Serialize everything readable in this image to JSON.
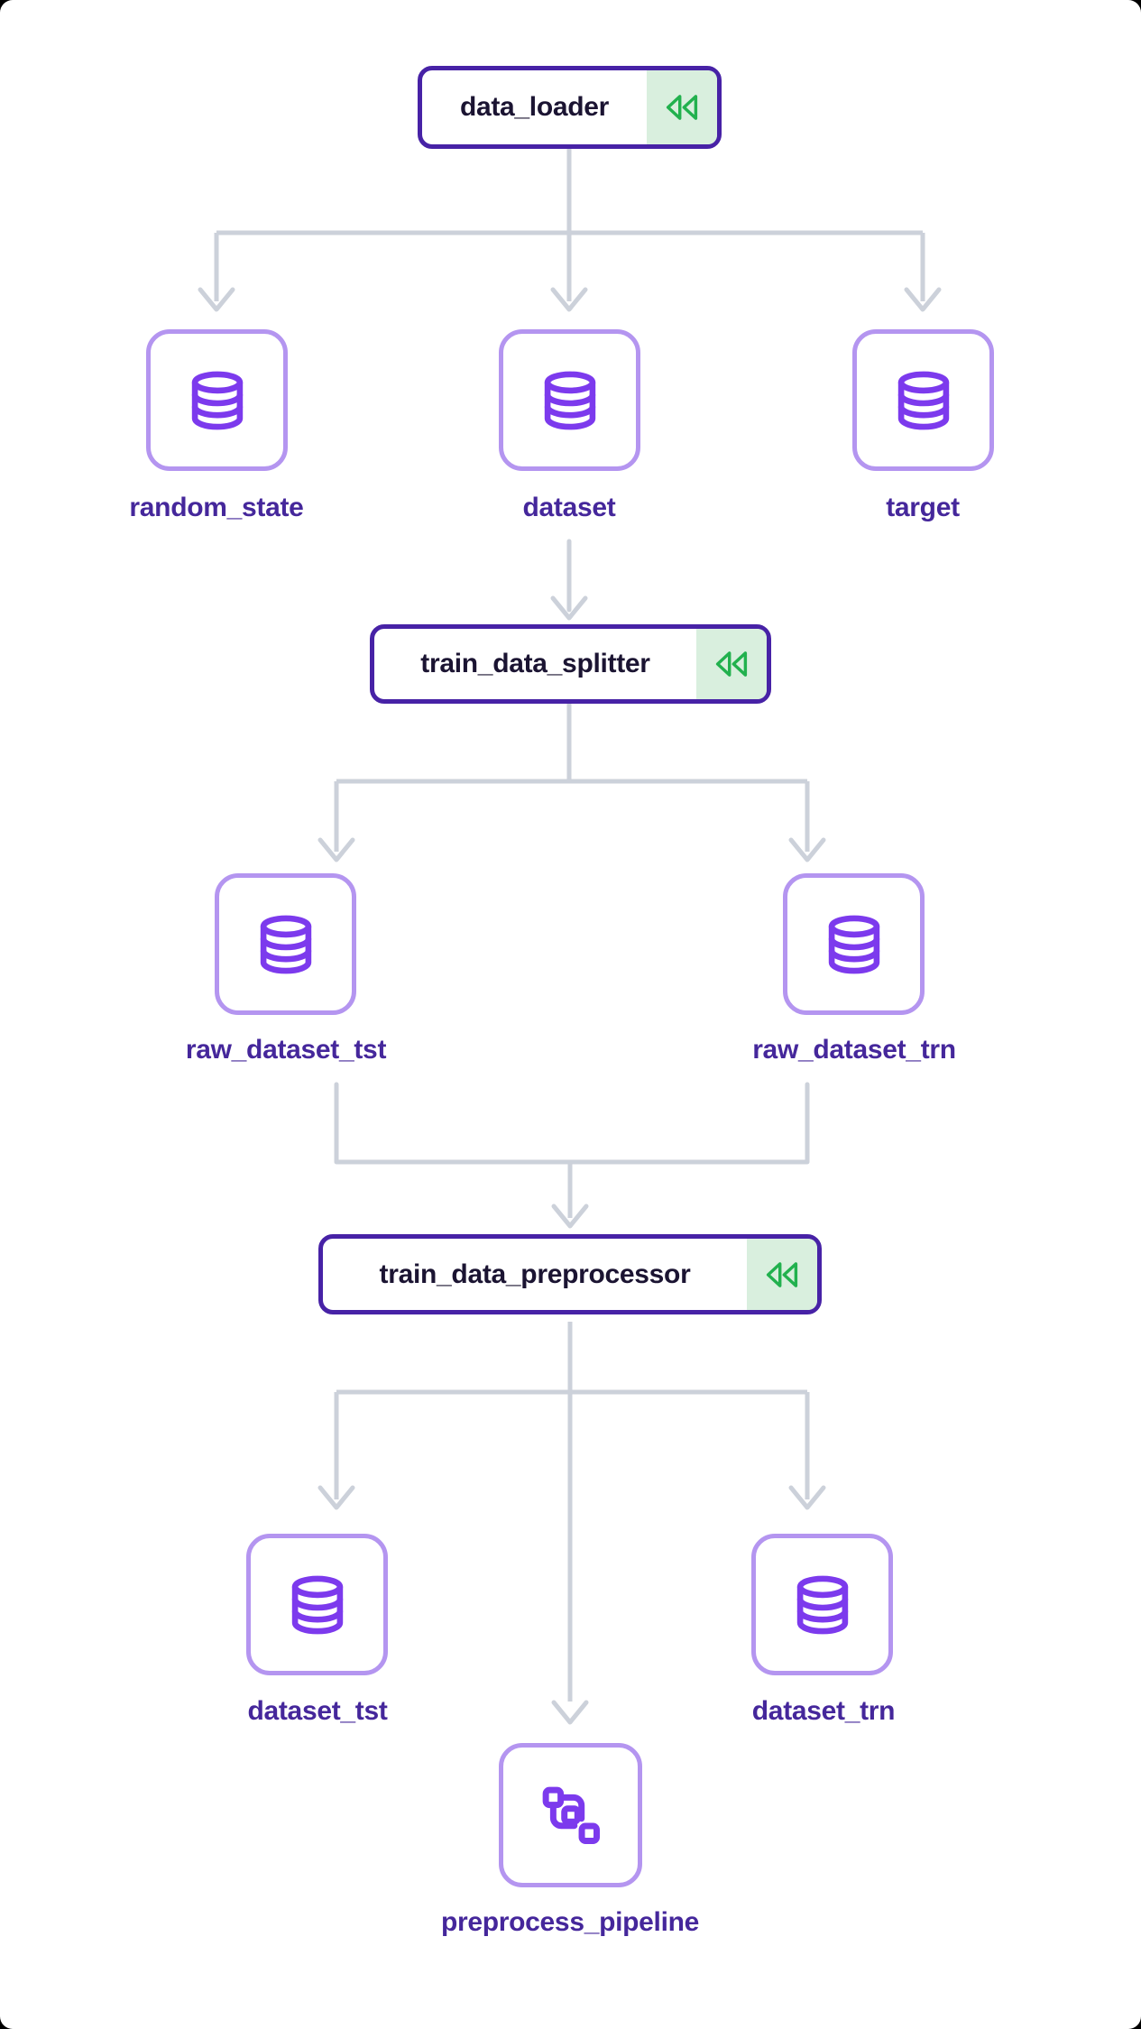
{
  "theme": {
    "node-border": "#4722a6",
    "node-text": "#1b1432",
    "badge-bg": "#d9efde",
    "badge-icon-green": "#22b14e",
    "data-border": "#b495f0",
    "data-icon-purple": "#7c3aed",
    "label-color": "#45279b",
    "edge-gray": "#ccd1da",
    "canvas-bg": "#ffffff"
  },
  "diagram": {
    "function_nodes": [
      {
        "id": "data_loader",
        "label": "data_loader",
        "icon": "rewind-icon"
      },
      {
        "id": "train_data_splitter",
        "label": "train_data_splitter",
        "icon": "rewind-icon"
      },
      {
        "id": "train_data_preprocessor",
        "label": "train_data_preprocessor",
        "icon": "rewind-icon"
      }
    ],
    "data_nodes": [
      {
        "id": "random_state",
        "label": "random_state",
        "icon": "database-icon"
      },
      {
        "id": "dataset",
        "label": "dataset",
        "icon": "database-icon"
      },
      {
        "id": "target",
        "label": "target",
        "icon": "database-icon"
      },
      {
        "id": "raw_dataset_tst",
        "label": "raw_dataset_tst",
        "icon": "database-icon"
      },
      {
        "id": "raw_dataset_trn",
        "label": "raw_dataset_trn",
        "icon": "database-icon"
      },
      {
        "id": "dataset_tst",
        "label": "dataset_tst",
        "icon": "database-icon"
      },
      {
        "id": "dataset_trn",
        "label": "dataset_trn",
        "icon": "database-icon"
      },
      {
        "id": "preprocess_pipeline",
        "label": "preprocess_pipeline",
        "icon": "pipeline-icon"
      }
    ],
    "edges": [
      {
        "from": "data_loader",
        "to": "random_state"
      },
      {
        "from": "data_loader",
        "to": "dataset"
      },
      {
        "from": "data_loader",
        "to": "target"
      },
      {
        "from": "dataset",
        "to": "train_data_splitter"
      },
      {
        "from": "train_data_splitter",
        "to": "raw_dataset_tst"
      },
      {
        "from": "train_data_splitter",
        "to": "raw_dataset_trn"
      },
      {
        "from": "raw_dataset_tst",
        "to": "train_data_preprocessor"
      },
      {
        "from": "raw_dataset_trn",
        "to": "train_data_preprocessor"
      },
      {
        "from": "train_data_preprocessor",
        "to": "dataset_tst"
      },
      {
        "from": "train_data_preprocessor",
        "to": "dataset_trn"
      },
      {
        "from": "train_data_preprocessor",
        "to": "preprocess_pipeline"
      }
    ]
  }
}
